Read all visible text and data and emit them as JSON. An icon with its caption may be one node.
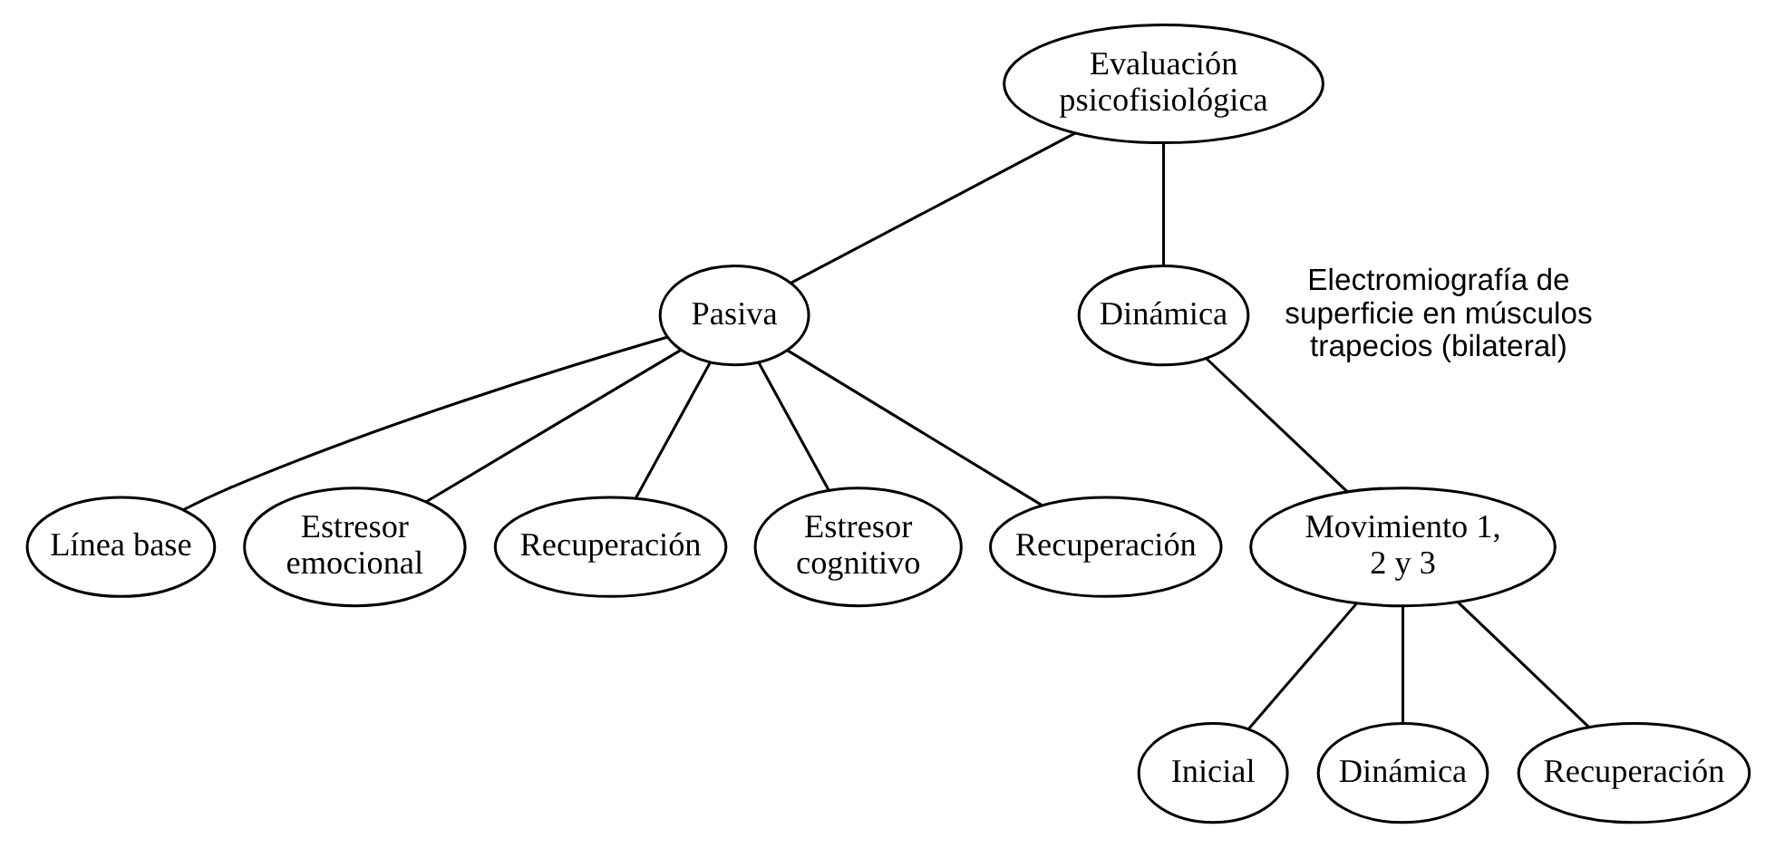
{
  "diagram": {
    "nodes": [
      {
        "text": [
          "Evaluación psicofisiológica"
        ]
      },
      {
        "text": [
          "Pasiva"
        ]
      },
      {
        "text": [
          "Dinámica"
        ]
      },
      {
        "text": [
          "Línea base"
        ]
      },
      {
        "text": [
          "Estresor emocional"
        ]
      },
      {
        "text": [
          "Recuperación"
        ]
      },
      {
        "text": [
          "Estresor cognitivo"
        ]
      },
      {
        "text": [
          "Recuperación"
        ]
      },
      {
        "text": [
          "Movimiento 1, 2 y 3"
        ]
      },
      {
        "text": [
          "Inicial"
        ]
      },
      {
        "text": [
          "Dinámica"
        ]
      },
      {
        "text": [
          "Recuperación"
        ]
      }
    ],
    "edges": [
      {
        "from": 0,
        "to": 1,
        "arrow": "none"
      },
      {
        "from": 0,
        "to": 2,
        "arrow": "none"
      },
      {
        "from": 1,
        "to": 3,
        "arrow": "none"
      },
      {
        "from": 1,
        "to": 4,
        "arrow": "none"
      },
      {
        "from": 1,
        "to": 5,
        "arrow": "none"
      },
      {
        "from": 1,
        "to": 6,
        "arrow": "none"
      },
      {
        "from": 1,
        "to": 7,
        "arrow": "none"
      },
      {
        "from": 2,
        "to": 8,
        "arrow": "none"
      },
      {
        "from": 8,
        "to": 9,
        "arrow": "none"
      },
      {
        "from": 8,
        "to": 10,
        "arrow": "none"
      },
      {
        "from": 8,
        "to": 11,
        "arrow": "none"
      }
    ],
    "labels": [
      "Electromiografía de superficie en músculos trapecios (bilateral)"
    ]
  }
}
